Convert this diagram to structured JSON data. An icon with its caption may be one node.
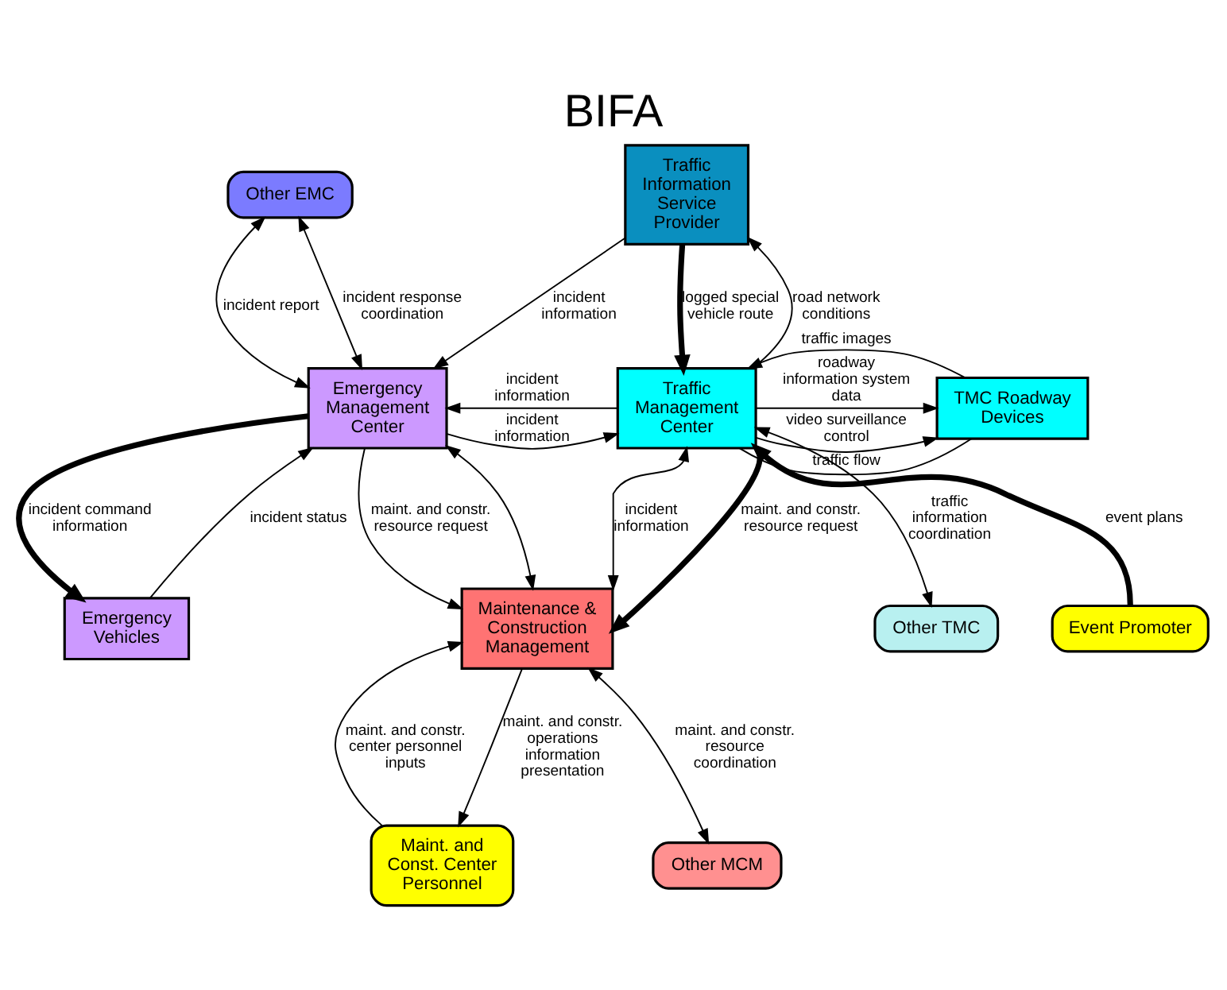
{
  "diagram": {
    "title": "BIFA",
    "nodes": [
      {
        "text": [
          "Other EMC"
        ]
      },
      {
        "text": [
          "Traffic Information Service Provider"
        ]
      },
      {
        "text": [
          "Emergency Management Center"
        ]
      },
      {
        "text": [
          "Traffic Management Center"
        ]
      },
      {
        "text": [
          "TMC Roadway Devices"
        ]
      },
      {
        "text": [
          "Other TMC"
        ]
      },
      {
        "text": [
          "Emergency Vehicles"
        ]
      },
      {
        "text": [
          "Event Promoter"
        ]
      },
      {
        "text": [
          "Maint. and Const. Center Personnel"
        ]
      },
      {
        "text": [
          "Maintenance & Construction Management"
        ]
      },
      {
        "text": [
          "Other MCM"
        ]
      }
    ],
    "edges": [
      {
        "from": 2,
        "to": 0,
        "arrow": "both",
        "label": "incident response coordination"
      },
      {
        "from": 2,
        "to": 0,
        "arrow": "both",
        "label": "incident report"
      },
      {
        "from": 1,
        "to": 2,
        "arrow": "to",
        "label": "incident information"
      },
      {
        "from": 1,
        "to": 3,
        "arrow": "to",
        "label": "logged special vehicle route",
        "style": "thick"
      },
      {
        "from": 3,
        "to": 1,
        "arrow": "to",
        "label": "road network conditions"
      },
      {
        "from": 4,
        "to": 3,
        "arrow": "none",
        "label": "traffic flow"
      },
      {
        "from": 4,
        "to": 3,
        "arrow": "to",
        "label": "traffic images"
      },
      {
        "from": 3,
        "to": 4,
        "arrow": "to",
        "label": "video surveillance control"
      },
      {
        "from": 3,
        "to": 4,
        "arrow": "to",
        "label": "roadway information system data"
      },
      {
        "from": 3,
        "to": 5,
        "arrow": "both",
        "label": "traffic information coordination"
      },
      {
        "from": 3,
        "to": 2,
        "arrow": "to",
        "label": "incident information"
      },
      {
        "from": 2,
        "to": 3,
        "arrow": "to",
        "label": "incident information"
      },
      {
        "from": 2,
        "to": 6,
        "arrow": "to",
        "label": "incident command information",
        "style": "thick"
      },
      {
        "from": 6,
        "to": 2,
        "arrow": "to",
        "label": "incident status"
      },
      {
        "from": 2,
        "to": 9,
        "arrow": "to",
        "label": "maint. and constr. resource request"
      },
      {
        "from": 2,
        "to": 9,
        "arrow": "both"
      },
      {
        "from": 3,
        "to": 9,
        "arrow": "both",
        "label": "incident information"
      },
      {
        "from": 3,
        "to": 9,
        "arrow": "to",
        "label": "maint. and constr. resource request",
        "style": "thick"
      },
      {
        "from": 7,
        "to": 3,
        "arrow": "to",
        "label": "event plans",
        "style": "thick"
      },
      {
        "from": 9,
        "to": 8,
        "arrow": "to",
        "label": "maint. and constr. operations information presentation"
      },
      {
        "from": 8,
        "to": 9,
        "arrow": "to",
        "label": "maint. and constr. center personnel inputs"
      },
      {
        "from": 9,
        "to": 10,
        "arrow": "both",
        "label": "maint. and constr. resource coordination"
      }
    ]
  }
}
